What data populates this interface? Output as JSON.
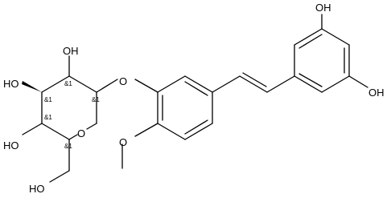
{
  "atoms": {
    "oh_top_right": "OH",
    "oh_right": "OH",
    "oh_sugar_top": "OH",
    "ho_sugar_left_upper": "HO",
    "ho_sugar_left_lower": "HO",
    "ho_sugar_bottom": "HO",
    "o_glycosidic": "O",
    "o_ring": "O",
    "o_methoxy": "O"
  },
  "stereo": {
    "c1": "&1",
    "c2": "&1",
    "c3": "&1",
    "c4": "&1",
    "c5": "&1"
  },
  "colors": {
    "bond": "#000000",
    "background": "#ffffff"
  }
}
